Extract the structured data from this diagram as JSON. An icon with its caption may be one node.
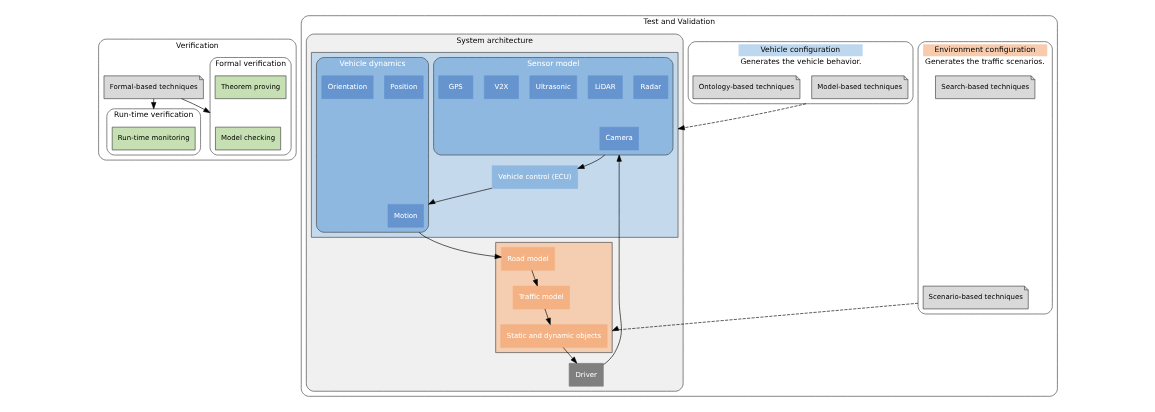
{
  "diagram": {
    "nodes": [
      {
        "text": [
          "Verification"
        ]
      },
      {
        "text": [
          "Formal-based techniques"
        ],
        "in": 0
      },
      {
        "text": [
          "Formal verification"
        ],
        "in": 0
      },
      {
        "text": [
          "Model checking"
        ],
        "in": 2
      },
      {
        "text": [
          "Theorem proving"
        ],
        "in": 2
      },
      {
        "text": [
          "Run-time verification"
        ],
        "in": 0
      },
      {
        "text": [
          "Run-time monitoring"
        ],
        "in": 5
      },
      {
        "text": [
          "Test and Validation"
        ]
      },
      {
        "text": [
          "Vehicle configuration",
          "Generates the vehicle behavior."
        ],
        "in": 7
      },
      {
        "text": [
          "Model-based techniques"
        ],
        "in": 8
      },
      {
        "text": [
          "Ontology-based techniques"
        ],
        "in": 8
      },
      {
        "text": [
          "Environment configuration",
          "Generates the traffic scenarios."
        ],
        "in": 7
      },
      {
        "text": [
          "Scenario-based techniques"
        ],
        "in": 11
      },
      {
        "text": [
          "Search-based techniques"
        ],
        "in": 11
      },
      {
        "text": [
          "System architecture"
        ],
        "in": 7
      },
      {
        "text": [],
        "shape": "box",
        "in": 14
      },
      {
        "text": [
          "Sensor model"
        ],
        "in": 15
      },
      {
        "text": [
          "Camera"
        ],
        "in": 16
      },
      {
        "text": [
          "Radar"
        ],
        "in": 16
      },
      {
        "text": [
          "LiDAR"
        ],
        "in": 16
      },
      {
        "text": [
          "Ultrasonic"
        ],
        "in": 16
      },
      {
        "text": [
          "V2X"
        ],
        "in": 16
      },
      {
        "text": [
          "GPS"
        ],
        "in": 16
      },
      {
        "text": [
          "Vehicle control (ECU)"
        ],
        "in": 15
      },
      {
        "text": [
          "Vehicle dynamics"
        ],
        "in": 15
      },
      {
        "text": [
          "Motion"
        ],
        "in": 24
      },
      {
        "text": [
          "Position"
        ],
        "in": 24
      },
      {
        "text": [
          "Orientation"
        ],
        "in": 24
      },
      {
        "text": [
          "Driver"
        ],
        "in": 14
      },
      {
        "text": [],
        "shape": "box",
        "in": 14
      },
      {
        "text": [
          "Static and dynamic objects"
        ],
        "in": 29
      },
      {
        "text": [
          "Traffic model"
        ],
        "in": 29
      },
      {
        "text": [
          "Road model"
        ],
        "in": 29
      }
    ],
    "edges": [
      {
        "from": 1,
        "to": 2,
        "arrow": "to"
      },
      {
        "from": 1,
        "to": 5,
        "arrow": "to"
      },
      {
        "from": 8,
        "to": 15,
        "arrow": "to",
        "style": "dashed"
      },
      {
        "from": 11,
        "to": 29,
        "arrow": "to",
        "style": "dashed"
      },
      {
        "from": 28,
        "to": 16,
        "arrow": "to"
      },
      {
        "from": 16,
        "to": 23,
        "arrow": "to"
      },
      {
        "from": 23,
        "to": 24,
        "arrow": "to"
      },
      {
        "from": 24,
        "to": 32,
        "arrow": "to"
      },
      {
        "from": 32,
        "to": 31,
        "arrow": "to"
      },
      {
        "from": 31,
        "to": 30,
        "arrow": "to"
      },
      {
        "from": 30,
        "to": 28,
        "arrow": "to"
      }
    ]
  }
}
